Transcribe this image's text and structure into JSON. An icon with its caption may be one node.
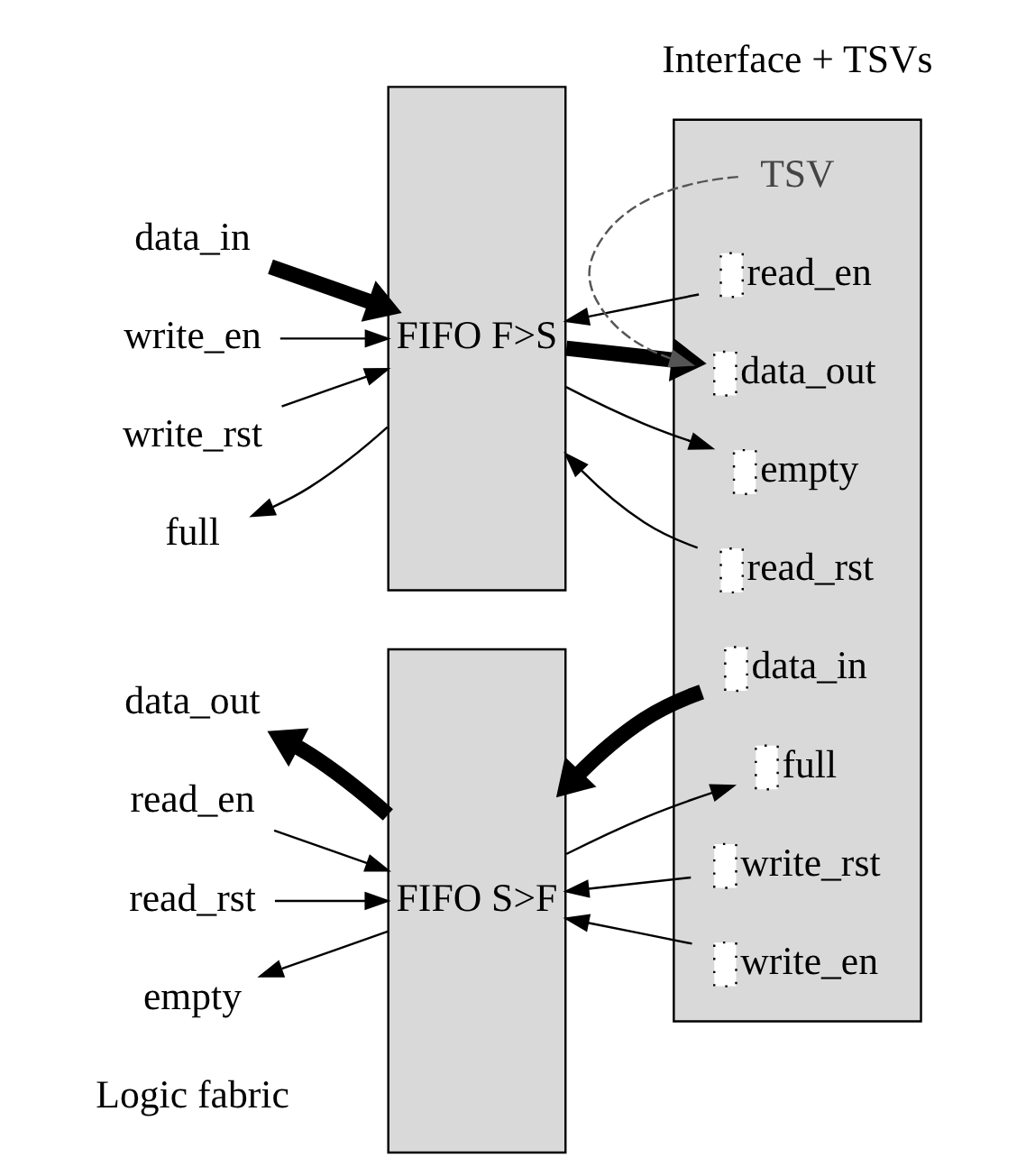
{
  "diagram": {
    "nodes": [
      {
        "text": [
          "FIFO F>S"
        ]
      },
      {
        "text": [
          "FIFO S>F"
        ]
      },
      {
        "text": [],
        "shape": "box"
      },
      {
        "text": [
          "data_in"
        ]
      },
      {
        "text": [
          "write_en"
        ]
      },
      {
        "text": [
          "write_rst"
        ]
      },
      {
        "text": [
          "full"
        ]
      },
      {
        "text": [
          "data_out"
        ],
        "in": 2
      },
      {
        "text": [
          "read_en"
        ],
        "in": 2
      },
      {
        "text": [
          "read_rst"
        ],
        "in": 2
      },
      {
        "text": [
          "empty"
        ],
        "in": 2
      },
      {
        "text": [
          "TSV"
        ],
        "in": 2
      },
      {
        "text": [
          "data_out"
        ]
      },
      {
        "text": [
          "read_en"
        ]
      },
      {
        "text": [
          "read_rst"
        ]
      },
      {
        "text": [
          "empty"
        ]
      },
      {
        "text": [
          "data_in"
        ],
        "in": 2
      },
      {
        "text": [
          "write_en"
        ],
        "in": 2
      },
      {
        "text": [
          "write_rst"
        ],
        "in": 2
      },
      {
        "text": [
          "full"
        ],
        "in": 2
      }
    ],
    "edges": [
      {
        "from": 3,
        "to": 0,
        "arrow": "to",
        "style": "thick"
      },
      {
        "from": 4,
        "to": 0,
        "arrow": "to"
      },
      {
        "from": 5,
        "to": 0,
        "arrow": "to"
      },
      {
        "from": 0,
        "to": 6,
        "arrow": "to"
      },
      {
        "from": 0,
        "to": 7,
        "arrow": "to",
        "style": "thick"
      },
      {
        "from": 8,
        "to": 0,
        "arrow": "to"
      },
      {
        "from": 9,
        "to": 0,
        "arrow": "to"
      },
      {
        "from": 0,
        "to": 10,
        "arrow": "to"
      },
      {
        "from": 11,
        "to": 7,
        "arrow": "to",
        "style": "dashed",
        "color": "#555555"
      },
      {
        "from": 1,
        "to": 12,
        "arrow": "to",
        "style": "thick"
      },
      {
        "from": 13,
        "to": 1,
        "arrow": "to"
      },
      {
        "from": 14,
        "to": 1,
        "arrow": "to"
      },
      {
        "from": 1,
        "to": 15,
        "arrow": "to"
      },
      {
        "from": 16,
        "to": 1,
        "arrow": "to",
        "style": "thick"
      },
      {
        "from": 17,
        "to": 1,
        "arrow": "to"
      },
      {
        "from": 18,
        "to": 1,
        "arrow": "to"
      },
      {
        "from": 1,
        "to": 19,
        "arrow": "to"
      }
    ],
    "labels": [
      "Logic fabric",
      "Interface + TSVs"
    ]
  }
}
